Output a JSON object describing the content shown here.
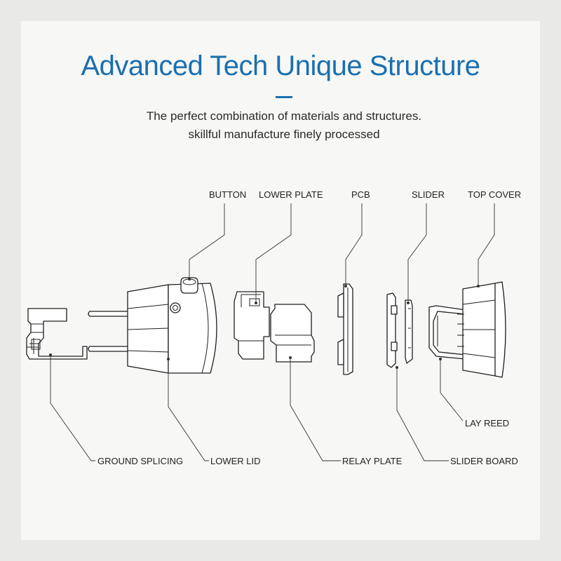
{
  "header": {
    "title": "Advanced Tech Unique Structure",
    "subtitle_line1": "The perfect combination of materials and structures.",
    "subtitle_line2": "skillful manufacture finely processed"
  },
  "labels": {
    "button": "BUTTON",
    "lower_plate": "LOWER PLATE",
    "pcb": "PCB",
    "slider": "SLIDER",
    "top_cover": "TOP COVER",
    "lay_reed": "LAY REED",
    "ground_splicing": "GROUND SPLICING",
    "lower_lid": "LOWER LID",
    "relay_plate": "RELAY PLATE",
    "slider_board": "SLIDER BOARD"
  },
  "colors": {
    "title": "#1a6fb0",
    "background": "#f7f7f5",
    "line": "#1e1e1e"
  }
}
